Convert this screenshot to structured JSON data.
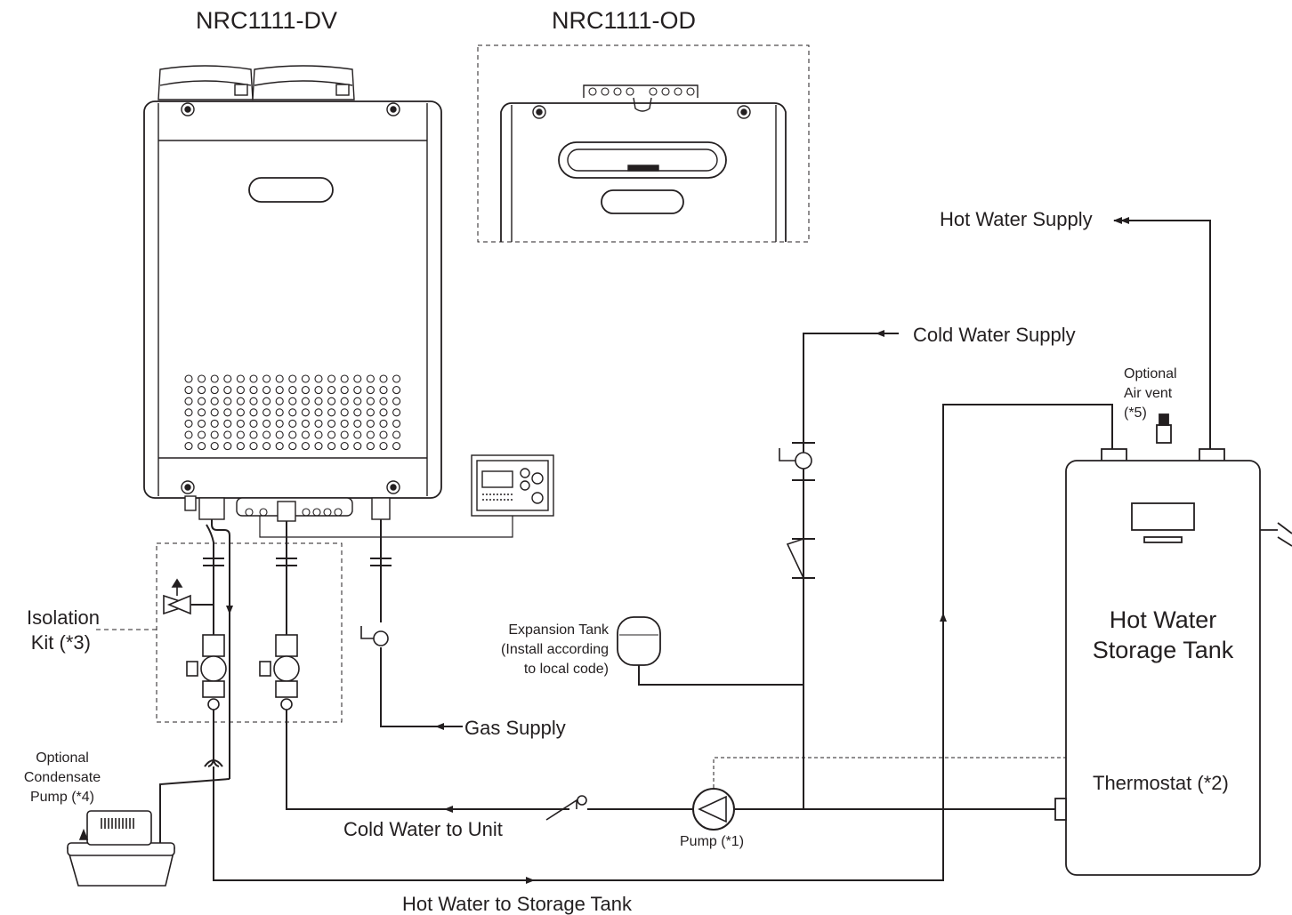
{
  "models": {
    "dv": "NRC1111-DV",
    "od": "NRC1111-OD"
  },
  "supply_labels": {
    "hot_water_supply": "Hot Water Supply",
    "cold_water_supply": "Cold Water Supply",
    "gas_supply": "Gas Supply",
    "cold_water_to_unit": "Cold Water to Unit",
    "hot_water_to_storage": "Hot Water to Storage Tank"
  },
  "components": {
    "air_vent": [
      "Optional",
      "Air vent",
      "(*5)"
    ],
    "isolation_kit": [
      "Isolation",
      "Kit (*3)"
    ],
    "condensate_pump": [
      "Optional",
      "Condensate",
      "Pump (*4)"
    ],
    "expansion_tank": [
      "Expansion Tank",
      "(Install according",
      "to local code)"
    ],
    "storage_tank": [
      "Hot Water",
      "Storage Tank"
    ],
    "thermostat": "Thermostat (*2)",
    "pump": "Pump (*1)"
  },
  "colors": {
    "line": "#231f20",
    "background": "#ffffff"
  }
}
